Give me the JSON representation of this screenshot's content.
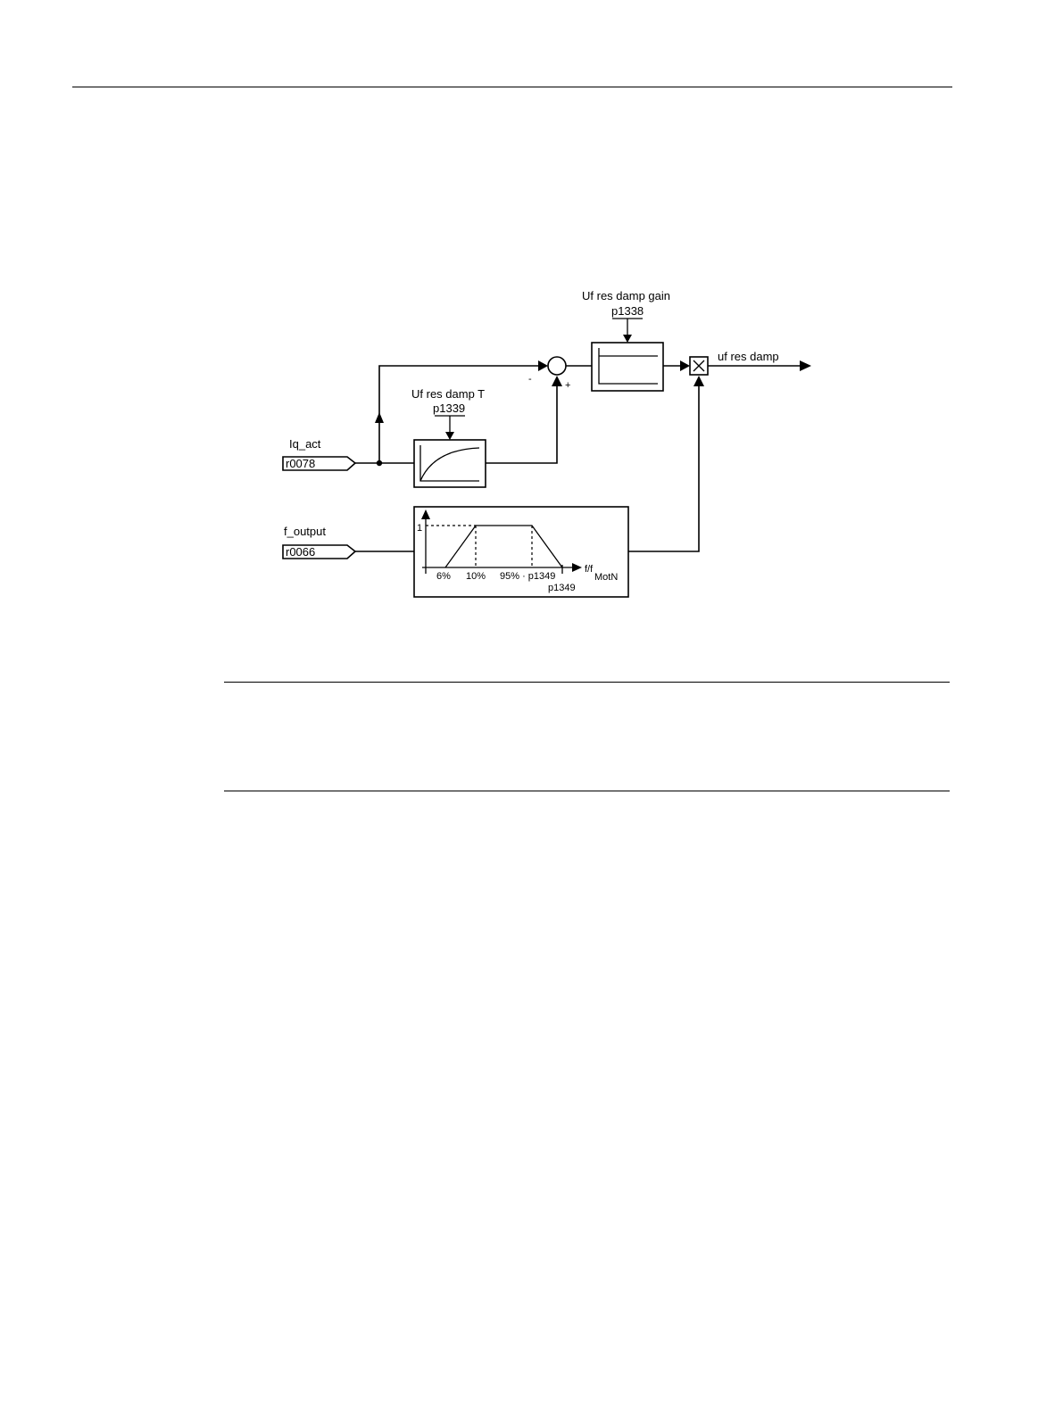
{
  "diagram": {
    "gain_block": {
      "title": "Uf res damp gain",
      "param": "p1338"
    },
    "filter_block": {
      "title": "Uf res damp T",
      "param": "p1339"
    },
    "output": {
      "label": "uf res damp"
    },
    "inputs": [
      {
        "name": "Iq_act",
        "connector": "r0078"
      },
      {
        "name": "f_output",
        "connector": "r0066"
      }
    ],
    "summer": {
      "minus": "-",
      "plus": "+"
    },
    "characteristic": {
      "y_value": "1",
      "ticks": [
        "6%",
        "10%",
        "95% · p1349",
        "p1349"
      ],
      "axis_label_main": "f/f",
      "axis_label_sub": "MotN"
    }
  }
}
